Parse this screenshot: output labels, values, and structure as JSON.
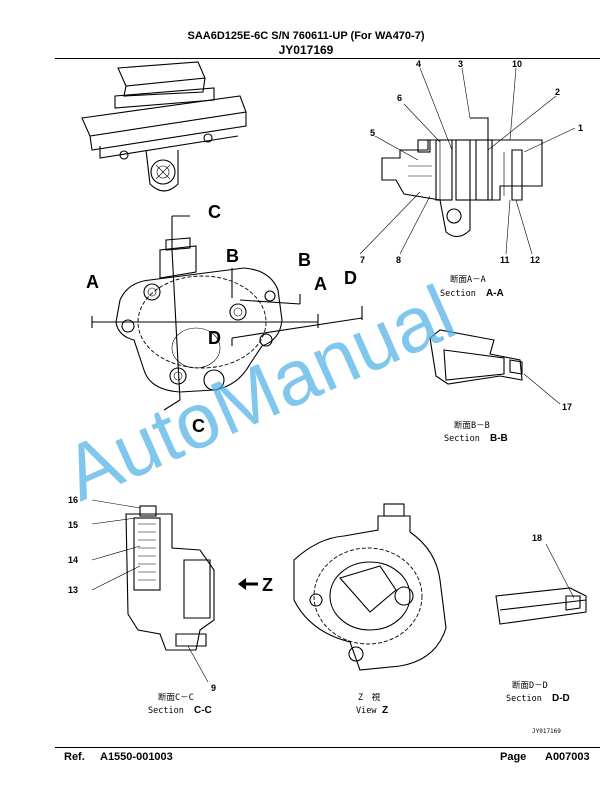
{
  "header": {
    "title": "SAA6D125E-6C S/N 760611-UP (For WA470-7)",
    "code": "JY017169"
  },
  "callouts": [
    "1",
    "2",
    "3",
    "4",
    "5",
    "6",
    "7",
    "8",
    "9",
    "10",
    "11",
    "12",
    "13",
    "14",
    "15",
    "16",
    "17",
    "18"
  ],
  "section_markers": {
    "a": "A",
    "b": "B",
    "c": "C",
    "d": "D",
    "z": "Z"
  },
  "captions": {
    "aa_jp": "断面A－A",
    "aa_en": "Section",
    "aa_id": "A-A",
    "bb_jp": "断面B－B",
    "bb_en": "Section",
    "bb_id": "B-B",
    "cc_jp": "断面C－C",
    "cc_en": "Section",
    "cc_id": "C-C",
    "dd_jp": "断面D－D",
    "dd_en": "Section",
    "dd_id": "D-D",
    "z_jp": "Z　視",
    "z_en": "View",
    "z_id": "Z"
  },
  "drawing_code": "JY017169",
  "watermark": "AutoManual",
  "footer": {
    "ref_label": "Ref.",
    "ref_value": "A1550-001003",
    "page_label": "Page",
    "page_value": "A007003"
  },
  "colors": {
    "watermark": "#4fb0e6"
  }
}
